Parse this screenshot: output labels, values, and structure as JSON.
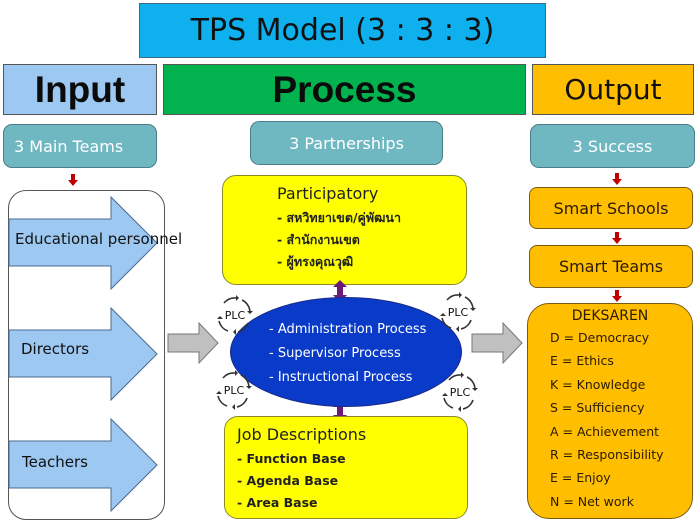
{
  "title": "TPS Model (3 : 3 : 3)",
  "headers": {
    "input": "Input",
    "process": "Process",
    "output": "Output"
  },
  "subheaders": {
    "input": "3 Main Teams",
    "process": "3 Partnerships",
    "output": "3 Success"
  },
  "input_teams": [
    "Educational personnel",
    "Directors",
    "Teachers"
  ],
  "participatory": {
    "title": "Participatory",
    "items": [
      "- สหวิทยาเขต/คู่พัฒนา",
      "- สำนักงานเขต",
      "- ผู้ทรงคุณวุฒิ"
    ]
  },
  "processes": [
    "- Administration Process",
    "- Supervisor Process",
    "- Instructional Process"
  ],
  "plc_label": "PLC",
  "job_descriptions": {
    "title": "Job Descriptions",
    "items": [
      "- Function Base",
      "- Agenda Base",
      "- Area Base"
    ]
  },
  "outputs": {
    "smart_schools": "Smart Schools",
    "smart_teams": "Smart Teams"
  },
  "deksaren": {
    "title": "DEKSAREN",
    "items": [
      "D = Democracy",
      "E = Ethics",
      "K = Knowledge",
      "S = Sufficiency",
      "A = Achievement",
      "R = Responsibility",
      "E = Enjoy",
      "N = Net work"
    ]
  },
  "colors": {
    "title_bg": "#0fb0ee",
    "input_bg": "#9cc8f2",
    "process_bg": "#02b24e",
    "output_bg": "#ffbf00",
    "teal": "#6fb8c2",
    "yellow": "#ffff00",
    "ellipse": "#0a3bc8",
    "connector": "#6a1a78",
    "flow_arrow": "#c00000"
  }
}
